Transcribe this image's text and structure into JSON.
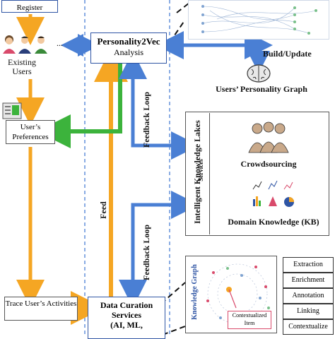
{
  "left": {
    "register": "Register",
    "existing_users": "Existing Users",
    "users_preferences": "User’s Preferences",
    "trace_activities": "Trace User’s Activities",
    "ellipsis": "..."
  },
  "center": {
    "p2v_title": "Personality2Vec",
    "p2v_subtitle": "Analysis",
    "feed": "Feed",
    "feedback_loop_top": "Feedback Loop",
    "feedback_loop_bottom": "Feedback Loop",
    "dcs_title": "Data Curation Services",
    "dcs_subtitle": "(AI, ML,"
  },
  "right": {
    "build_update": "Build/Update",
    "personality_graph": "Users’ Personality Graph",
    "ikl_title": "Intelligent Knowledge Lakes",
    "ikl_subtitle": "Services",
    "crowdsourcing": "Crowdsourcing",
    "domain_knowledge": "Domain Knowledge (KB)",
    "knowledge_graph": "Knowledge Graph",
    "contextualized_item": "Contextualized Item",
    "services": [
      "Extraction",
      "Enrichment",
      "Annotation",
      "Linking",
      "Contextualize"
    ]
  },
  "colors": {
    "orange_arrow": "#f5a623",
    "blue_arrow": "#4a7fd4",
    "green_arrow": "#3cb33c",
    "box_border": "#2f55a4",
    "dashed_line": "#4a7fd4"
  }
}
